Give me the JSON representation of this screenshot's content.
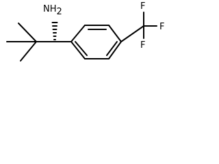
{
  "molecule": {
    "amine_label": "NH",
    "amine_subscript": "2",
    "fluorine_labels": [
      "F",
      "F",
      "F"
    ]
  },
  "colors": {
    "bond": "#000000",
    "background": "#ffffff"
  }
}
